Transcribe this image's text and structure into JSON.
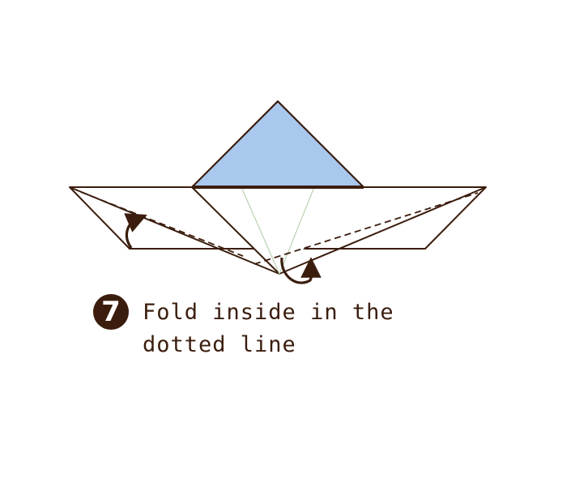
{
  "instruction": {
    "step_number": "7",
    "caption_line_1": "Fold inside in the",
    "caption_line_2": "dotted line"
  },
  "colors": {
    "outline": "#3b1d0e",
    "paper_colored_side": "#a8c8ee",
    "paper_white_side": "#ffffff",
    "crease_lines": "#b9d3b0"
  }
}
